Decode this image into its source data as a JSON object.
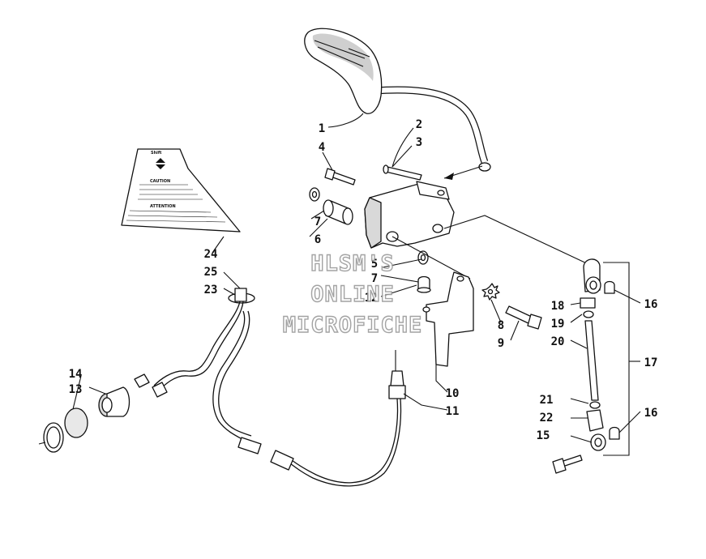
{
  "watermark": {
    "line1": "HLSM'S",
    "line2": "ONLINE",
    "line3": "MICROFICHE"
  },
  "decal": {
    "heading_caution": "CAUTION",
    "heading_attention": "ATTENTION",
    "top_text": "Shift"
  },
  "callouts": {
    "c1": "1",
    "c2": "2",
    "c3": "3",
    "c4": "4",
    "c5": "5",
    "c6": "6",
    "c7a": "7",
    "c7b": "7",
    "c8": "8",
    "c9": "9",
    "c10": "10",
    "c11": "11",
    "c12": "12",
    "c13": "13",
    "c14": "14",
    "c15": "15",
    "c16a": "16",
    "c16b": "16",
    "c17": "17",
    "c18": "18",
    "c19": "19",
    "c20": "20",
    "c21": "21",
    "c22": "22",
    "c23": "23",
    "c24": "24",
    "c25": "25"
  },
  "colors": {
    "line": "#111111",
    "shade": "#cfcfcf",
    "watermark_outline": "#9a9a9a"
  }
}
